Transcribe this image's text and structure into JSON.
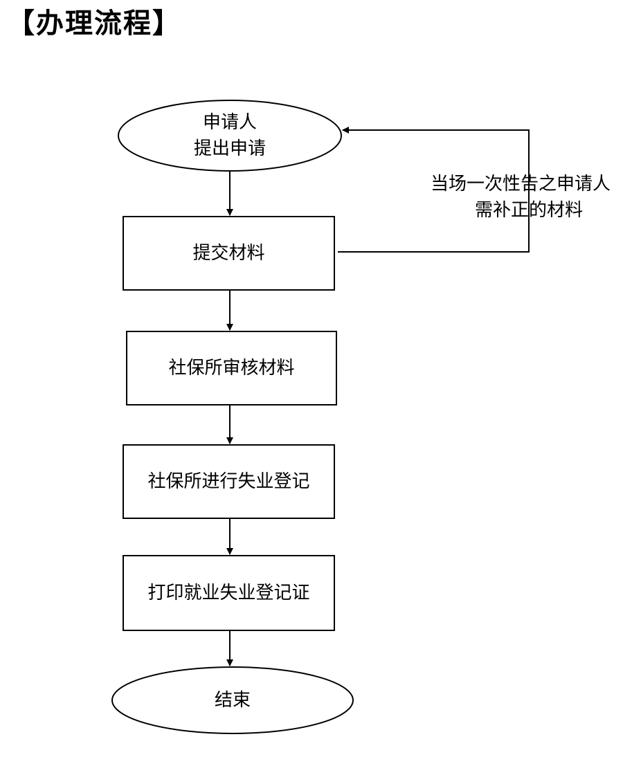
{
  "title": "【办理流程】",
  "nodes": {
    "start": {
      "line1": "申请人",
      "line2": "提出申请"
    },
    "submit": {
      "label": "提交材料"
    },
    "review": {
      "label": "社保所审核材料"
    },
    "register": {
      "label": "社保所进行失业登记"
    },
    "print": {
      "label": "打印就业失业登记证"
    },
    "end": {
      "label": "结束"
    }
  },
  "feedback": {
    "line1": "当场一次性告之申请人",
    "line2": "需补正的材料"
  }
}
